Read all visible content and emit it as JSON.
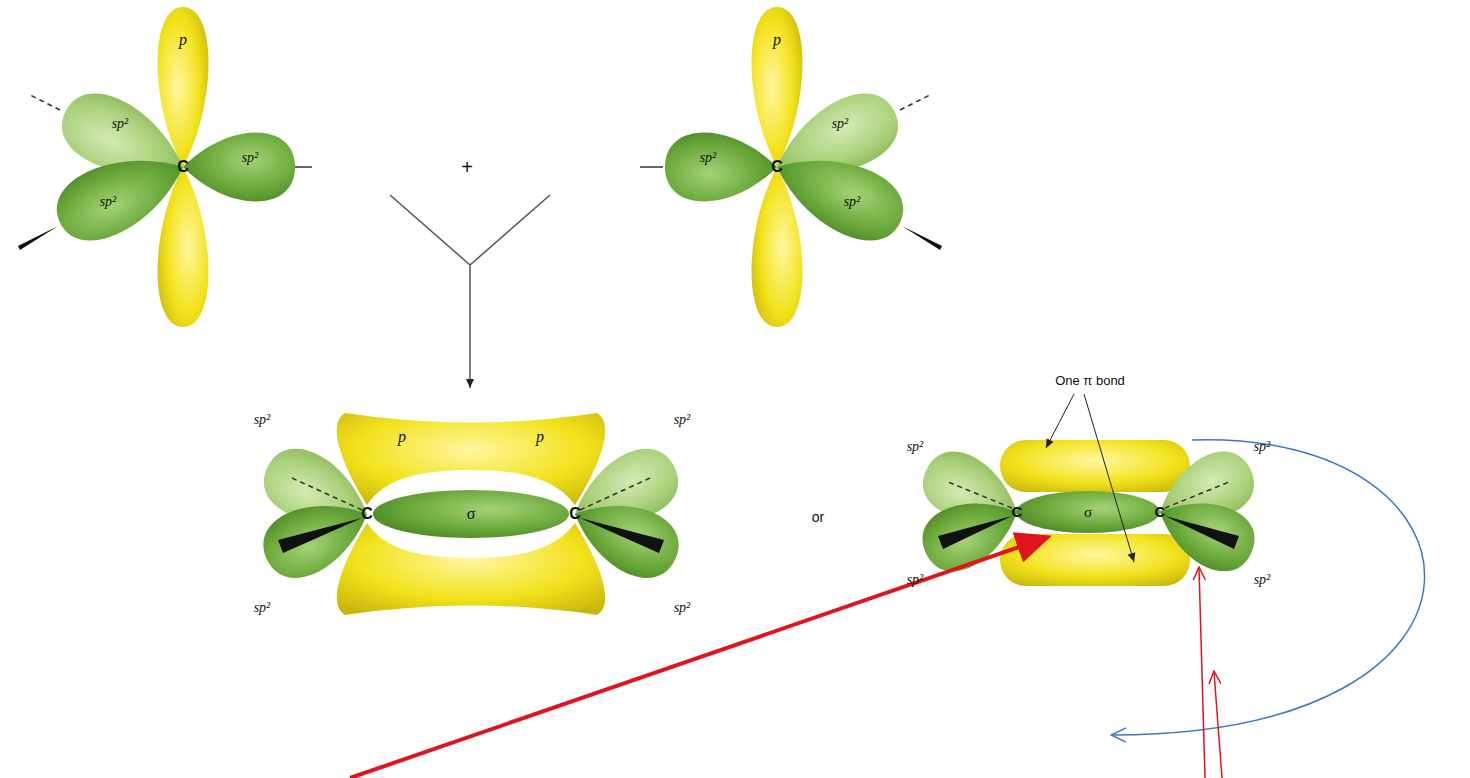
{
  "diagram": {
    "labels": [
      "p",
      "p",
      "sp²",
      "sp²",
      "sp²",
      "sp²",
      "C",
      "+",
      "C",
      "sp²",
      "sp²",
      "p",
      "p",
      "One π bond",
      "sp²",
      "sp²",
      "sp²",
      "sp²",
      "C",
      "σ",
      "C",
      "or",
      "C",
      "σ",
      "C",
      "sp²",
      "sp²",
      "sp²",
      "sp²"
    ]
  }
}
